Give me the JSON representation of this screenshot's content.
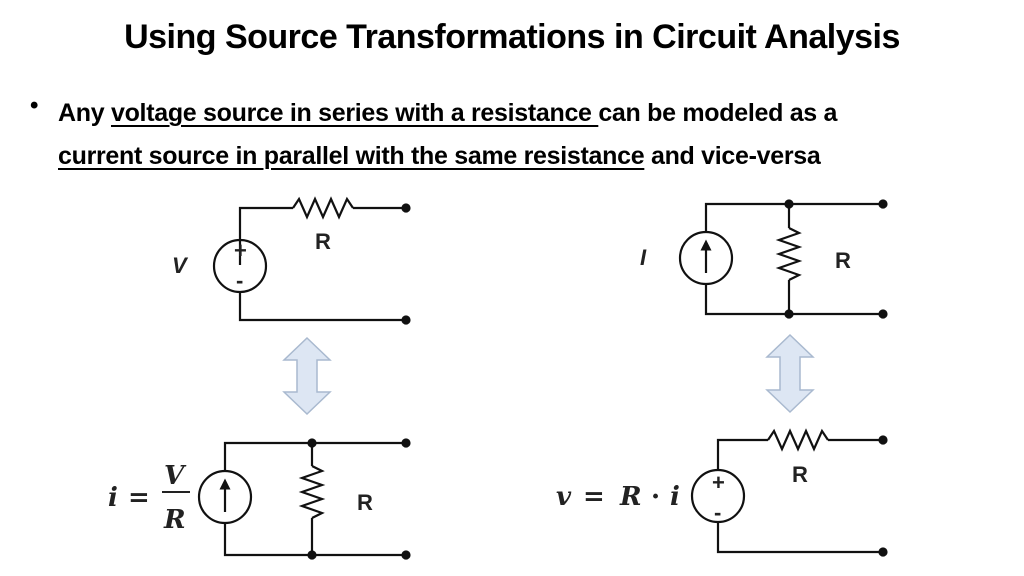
{
  "slide": {
    "title": "Using Source Transformations in Circuit Analysis",
    "bullet": {
      "marker": "•",
      "t1": "Any ",
      "t2": "voltage source in series with a resistance ",
      "t3": "can be modeled as a ",
      "t4": "current source in parallel with the same resistance",
      "t5": " and vice-versa"
    }
  },
  "circuits": {
    "top_left": {
      "source_label": "V",
      "plus": "+",
      "minus": "-",
      "resistor_label": "R"
    },
    "bottom_left": {
      "eq_i": "i",
      "eq_equals": "=",
      "eq_num": "V",
      "eq_den": "R",
      "resistor_label": "R"
    },
    "top_right": {
      "source_label": "I",
      "resistor_label": "R"
    },
    "bottom_right": {
      "eq_v": "v",
      "eq_equals": "=",
      "eq_R": "R",
      "eq_dot": "·",
      "eq_i": "i",
      "plus": "+",
      "minus": "-",
      "resistor_label": "R"
    }
  },
  "colors": {
    "arrow_fill": "#dde6f3",
    "arrow_stroke": "#a9b9cf",
    "wire": "#111111"
  },
  "icons": [
    "double-arrow-icon",
    "voltage-source-icon",
    "current-source-icon",
    "resistor-icon"
  ]
}
